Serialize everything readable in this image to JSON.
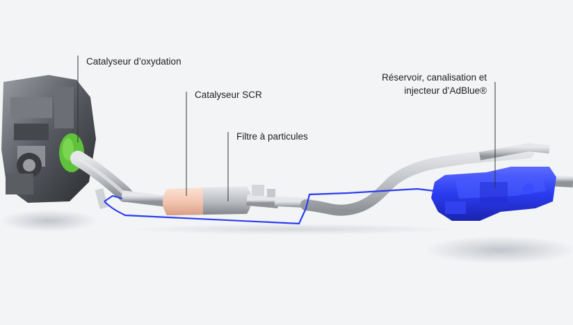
{
  "labels": {
    "oxidation_catalyst": "Catalyseur d’oxydation",
    "scr_catalyst": "Catalyseur SCR",
    "particle_filter": "Filtre à particules",
    "adblue_line1": "Réservoir, canalisation et",
    "adblue_line2": "injecteur d’AdBlue®"
  },
  "colors": {
    "background": "#f3f4f6",
    "oxidation_highlight": "#5fc23a",
    "scr_highlight": "#f3c7b2",
    "adblue_blue": "#2b3cf0",
    "pipe": "#bcbfc4",
    "leader_line": "#333333"
  }
}
